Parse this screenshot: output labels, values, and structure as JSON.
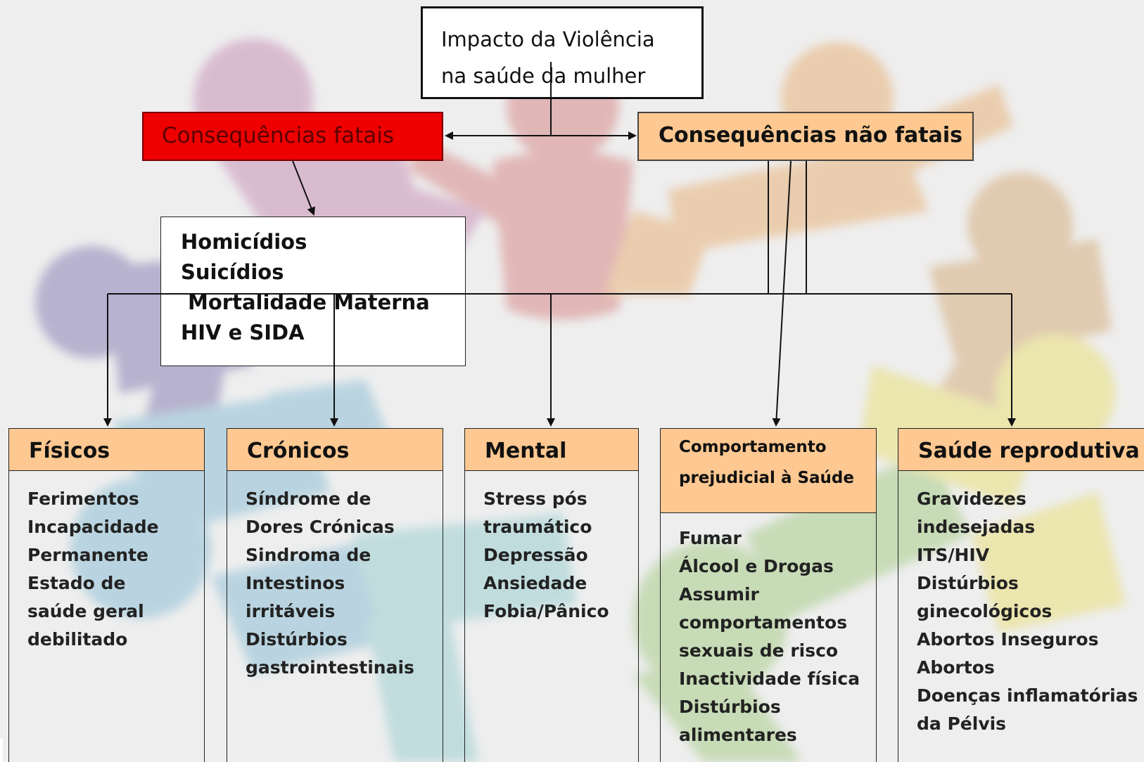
{
  "title": {
    "line1": "Impacto da Violência",
    "line2": "na saúde da mulher"
  },
  "fatal": {
    "label": "Consequências fatais",
    "items": [
      "Homicídios",
      "Suicídios",
      "Mortalidade Materna",
      "HIV e SIDA"
    ]
  },
  "nonfatal": {
    "label": "Consequências não fatais"
  },
  "categories": [
    {
      "title": "Físicos",
      "items": [
        "Ferimentos",
        "Incapacidade",
        "Permanente",
        "Estado de",
        "saúde geral",
        "debilitado"
      ]
    },
    {
      "title": "Crónicos",
      "items": [
        "Síndrome de",
        "Dores Crónicas",
        "Sindroma de",
        "Intestinos",
        "irritáveis",
        "Distúrbios",
        "gastrointestinais"
      ]
    },
    {
      "title": "Mental",
      "items": [
        "Stress pós",
        "traumático",
        "Depressão",
        "Ansiedade",
        "Fobia/Pânico"
      ]
    },
    {
      "title_line1": "Comportamento",
      "title_line2": "prejudicial à Saúde",
      "items": [
        "Fumar",
        "Álcool e Drogas",
        "Assumir",
        "comportamentos",
        "sexuais de risco",
        "Inactividade física",
        "Distúrbios",
        "alimentares"
      ]
    },
    {
      "title": "Saúde reprodutiva",
      "items": [
        "Gravidezes",
        "indesejadas",
        "ITS/HIV",
        "Distúrbios",
        "ginecológicos",
        "Abortos Inseguros",
        "Abortos",
        "Doenças inflamatórias",
        "da Pélvis"
      ]
    }
  ],
  "colors": {
    "fatal_fill": "#ee0000",
    "category_header": "#fdc891",
    "background": "#eeeeee"
  }
}
